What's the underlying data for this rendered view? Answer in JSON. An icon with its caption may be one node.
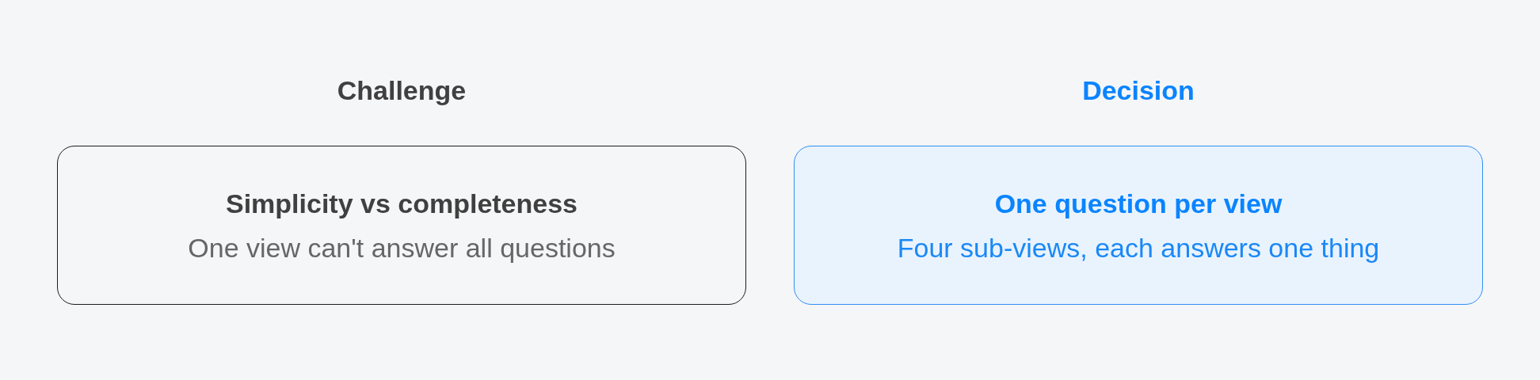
{
  "diagram": {
    "nodes": [
      {
        "text": [
          "Challenge",
          "Simplicity vs completeness",
          "One view can't answer all questions"
        ]
      },
      {
        "text": [
          "Decision",
          "One question per view",
          "Four sub-views, each answers one thing"
        ]
      }
    ],
    "edges": []
  }
}
